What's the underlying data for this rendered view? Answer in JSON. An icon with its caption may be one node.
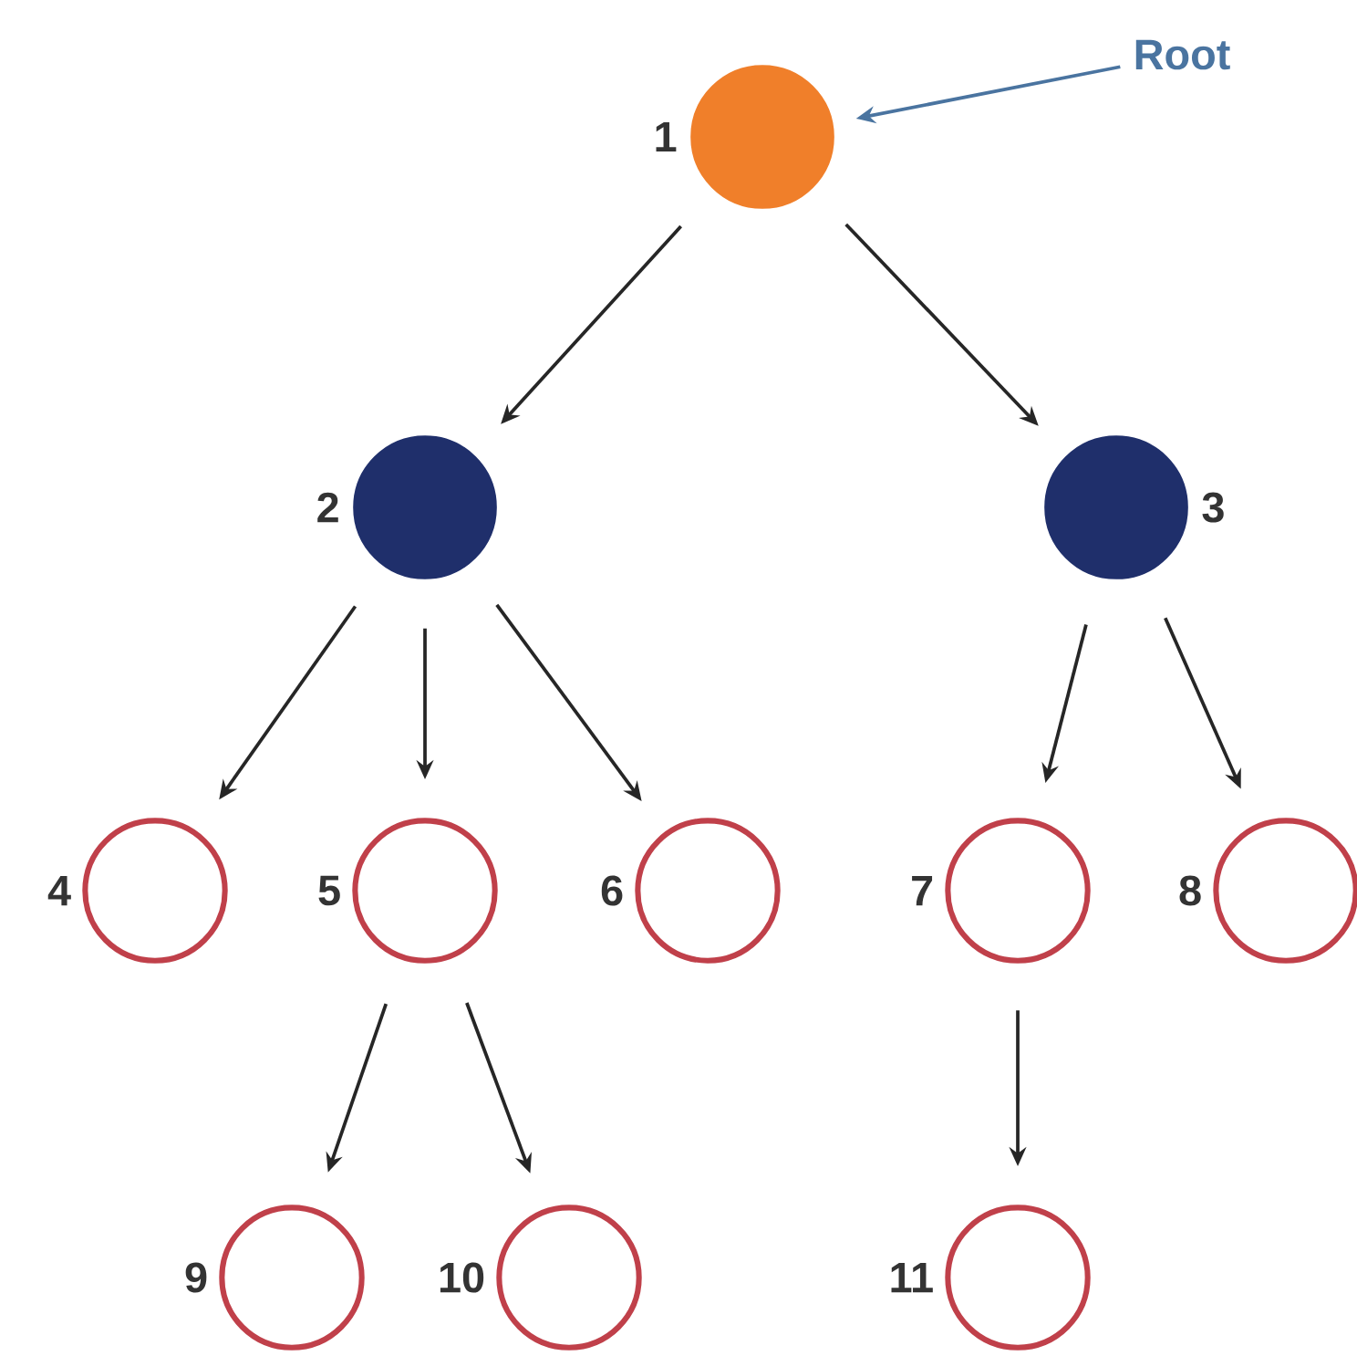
{
  "diagram": {
    "nodes": [
      {
        "text": [],
        "shape": "circle",
        "beside": [
          "1"
        ]
      },
      {
        "text": [],
        "shape": "circle",
        "beside": [
          "2"
        ]
      },
      {
        "text": [],
        "shape": "circle",
        "beside": [
          "3"
        ]
      },
      {
        "text": [],
        "shape": "circle",
        "beside": [
          "4"
        ]
      },
      {
        "text": [],
        "shape": "circle",
        "beside": [
          "5"
        ]
      },
      {
        "text": [],
        "shape": "circle",
        "beside": [
          "6"
        ]
      },
      {
        "text": [],
        "shape": "circle",
        "beside": [
          "7"
        ]
      },
      {
        "text": [],
        "shape": "circle",
        "beside": [
          "8"
        ]
      },
      {
        "text": [],
        "shape": "circle",
        "beside": [
          "9"
        ]
      },
      {
        "text": [],
        "shape": "circle",
        "beside": [
          "10"
        ]
      },
      {
        "text": [],
        "shape": "circle",
        "beside": [
          "11"
        ]
      },
      {
        "text": [
          "Root"
        ]
      }
    ],
    "edges": [
      {
        "from": 11,
        "to": 0,
        "arrow": "to",
        "color": "#4a74a0"
      },
      {
        "from": 0,
        "to": 1,
        "arrow": "to"
      },
      {
        "from": 0,
        "to": 2,
        "arrow": "to"
      },
      {
        "from": 1,
        "to": 3,
        "arrow": "to"
      },
      {
        "from": 1,
        "to": 4,
        "arrow": "to"
      },
      {
        "from": 1,
        "to": 5,
        "arrow": "to"
      },
      {
        "from": 2,
        "to": 6,
        "arrow": "to"
      },
      {
        "from": 2,
        "to": 7,
        "arrow": "to"
      },
      {
        "from": 4,
        "to": 8,
        "arrow": "to"
      },
      {
        "from": 4,
        "to": 9,
        "arrow": "to"
      },
      {
        "from": 6,
        "to": 10,
        "arrow": "to"
      }
    ]
  }
}
